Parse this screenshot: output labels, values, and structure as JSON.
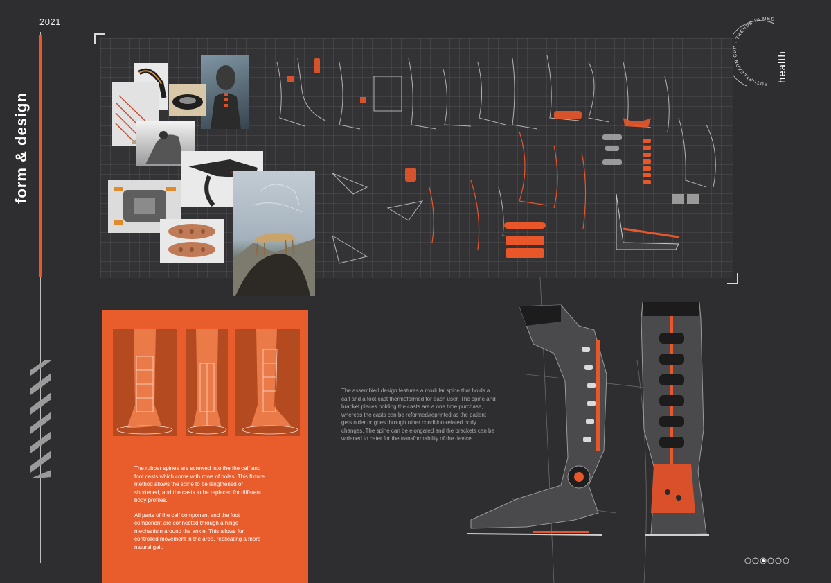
{
  "year": "2021",
  "side_title": "form & design",
  "badge": {
    "word": "health",
    "ring_text": "FUTURELEARN CDP · TRENDS IN MED"
  },
  "orange_panel": {
    "paragraph_1": "The  rubber spines are screwed into the the calf and foot casts which come with rows of holes. This fixture method allows the spine to be lengthened or shortened, and the casts to be replaced for different body profiles.",
    "paragraph_2": "All parts of the calf component and the foot component are connected through a hinge mechanism around the ankle. This allows for controlled movement in the area, replicating a more natural gait."
  },
  "description": "The assembled design features a modular spine that holds a calf and a foot cast thermoformed for each user. The spine and bracket pieces holding the casts are a one time purchase, whereas the casts can be reformed/reprinted as the patient gets older or goes through other condition-related body changes. The spine can be elongated and the brackets can be widened to cater for the transformability of the device.",
  "pagination": {
    "total": 6,
    "active": 3
  },
  "colors": {
    "accent": "#e8562a",
    "background": "#2e2e30",
    "grid": "#333335"
  }
}
